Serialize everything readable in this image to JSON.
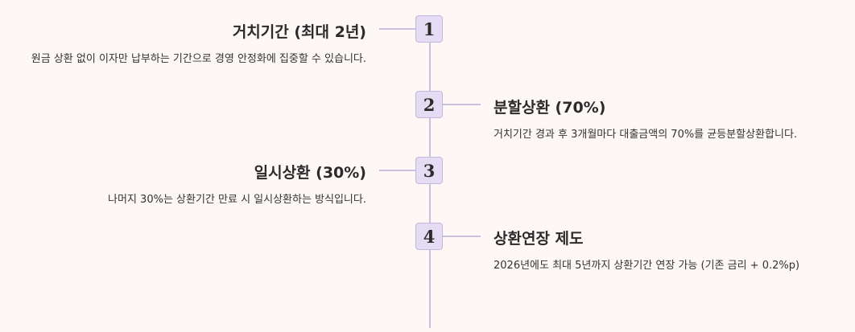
{
  "steps": [
    {
      "number": "1",
      "side": "left",
      "title": "거치기간 (최대 2년)",
      "description": "원금 상환 없이 이자만 납부하는 기간으로 경영 안정화에 집중할 수 있습니다."
    },
    {
      "number": "2",
      "side": "right",
      "title": "분할상환 (70%)",
      "description": "거치기간 경과 후 3개월마다 대출금액의 70%를 균등분할상환합니다."
    },
    {
      "number": "3",
      "side": "left",
      "title": "일시상환 (30%)",
      "description": "나머지 30%는 상환기간 만료 시 일시상환하는 방식입니다."
    },
    {
      "number": "4",
      "side": "right",
      "title": "상환연장 제도",
      "description": "2026년에도 최대 5년까지 상환기간 연장 가능 (기존 금리 + 0.2%p)"
    }
  ],
  "colors": {
    "background": "#fdf7f6",
    "node_fill": "#e3dcf3",
    "node_border": "#c3b7e0",
    "line": "#c9bfe0",
    "text": "#2b2b2b"
  }
}
